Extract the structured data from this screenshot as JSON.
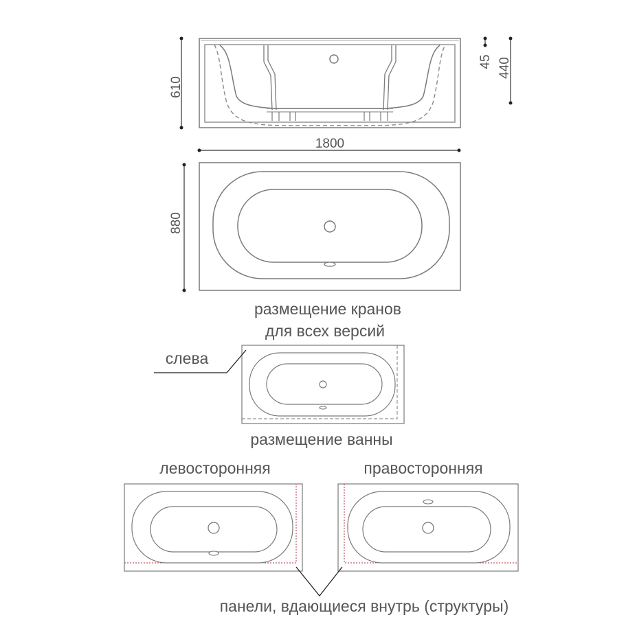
{
  "dimensions": {
    "length": "1800",
    "width": "880",
    "height": "610",
    "rim": "45",
    "depth": "440"
  },
  "labels": {
    "tap_placement_line1": "размещение кранов",
    "tap_placement_line2": "для всех версий",
    "left_label": "слева",
    "tub_placement": "размещение ванны",
    "left_hand": "левосторонняя",
    "right_hand": "правосторонняя",
    "recessed_panels": "панели, вдающиеся внутрь (структуры)"
  },
  "colors": {
    "outline": "#7a7a7a",
    "text": "#555555",
    "dim_line": "#333333",
    "panel_edge": "#b03040"
  }
}
